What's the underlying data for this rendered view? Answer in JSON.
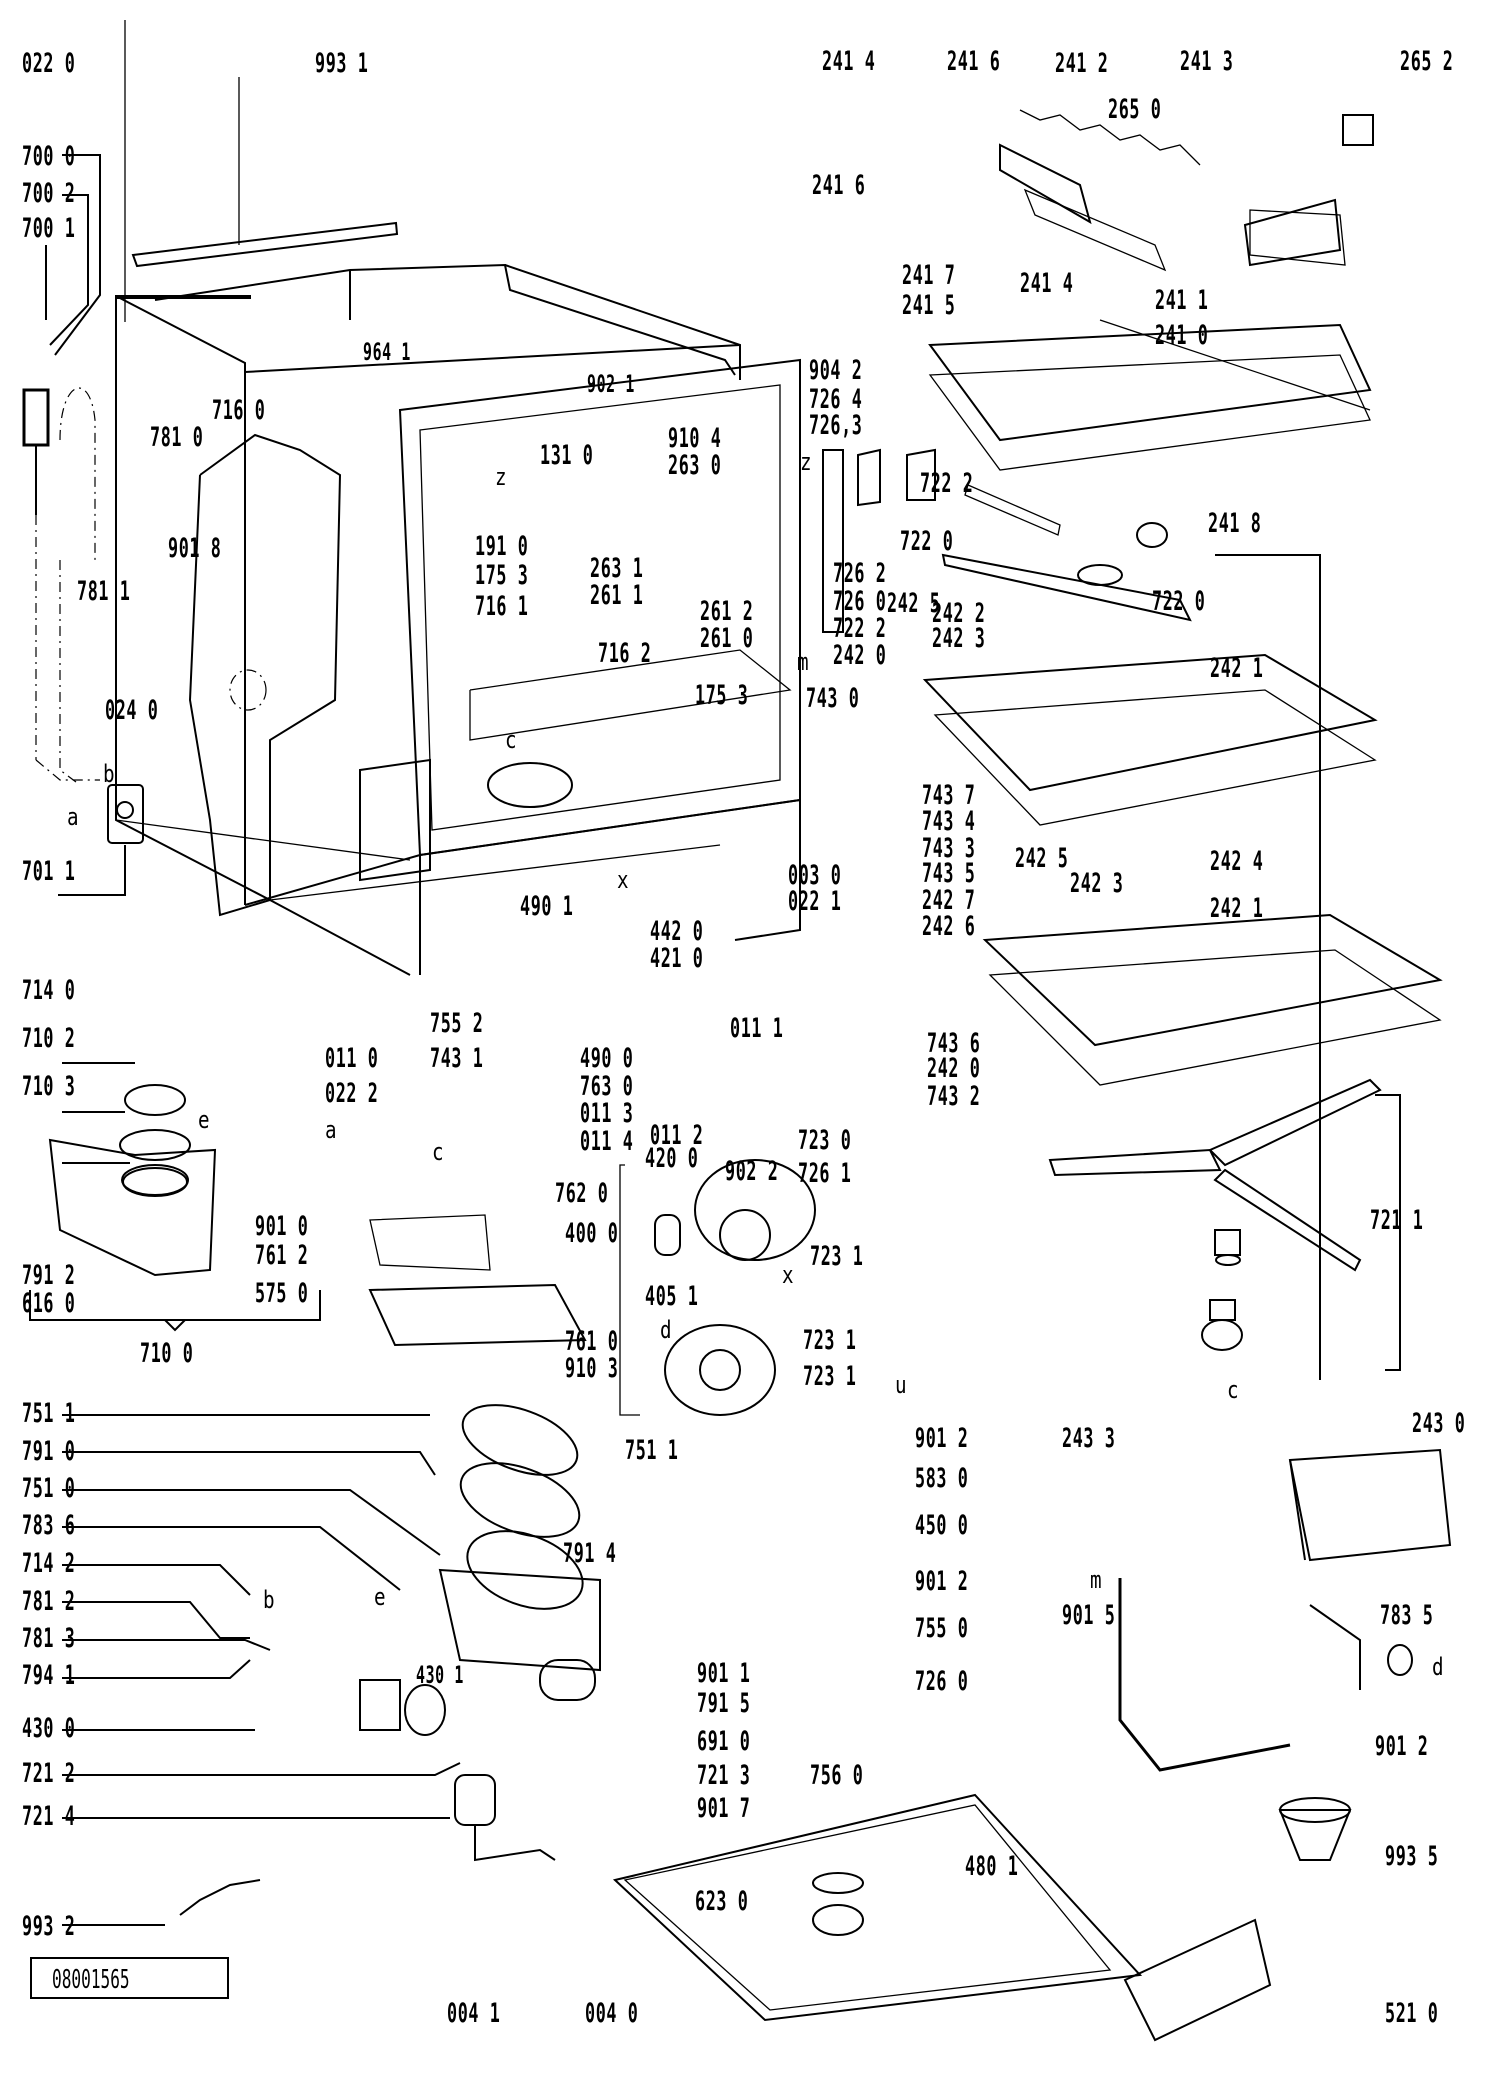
{
  "diagram": {
    "title": "Dishwasher exploded parts diagram",
    "drawing_code": "08001565",
    "labels": {
      "l0220": "022 0",
      "l9931": "993 1",
      "l7000": "700 0",
      "l7002": "700 2",
      "l7001": "700 1",
      "l2414a": "241 4",
      "l2416a": "241 6",
      "l2412": "241 2",
      "l2413": "241 3",
      "l2652": "265 2",
      "l2650": "265 0",
      "l2416b": "241 6",
      "l2417": "241 7",
      "l2415": "241 5",
      "l2414b": "241 4",
      "l2411": "241 1",
      "l2410": "241 0",
      "l9641": "964 1",
      "l9021": "902 1",
      "l9042": "904 2",
      "l7264": "726 4",
      "l7263": "726,3",
      "l9104": "910 4",
      "l2630": "263 0",
      "l1310": "131 0",
      "l7160": "716 0",
      "l7810": "781 0",
      "l9018": "901 8",
      "l7811": "781 1",
      "l1910": "191 0",
      "l1753a": "175 3",
      "l7161": "716 1",
      "l7162": "716 2",
      "l2631": "263 1",
      "l2611": "261 1",
      "l2612": "261 2",
      "l2610": "261 0",
      "l1753b": "175 3",
      "l7262": "726 2",
      "l7260a": "726 0",
      "l7222a": "722 2",
      "l2420a": "242 0",
      "l7222b": "722 2",
      "l7220a": "722 0",
      "l7220b": "722 0",
      "l2418": "241 8",
      "l2425a": "242 5",
      "l2422": "242 2",
      "l2423a": "242 3",
      "l2421a": "242 1",
      "l0240": "024 0",
      "l7011": "701 1",
      "l7430": "743 0",
      "l7437": "743 7",
      "l7434": "743 4",
      "l7433": "743 3",
      "l7435": "743 5",
      "l0030": "003 0",
      "l0221": "022 1",
      "l2424": "242 4",
      "l2425b": "242 5",
      "l2423b": "242 3",
      "l2421b": "242 1",
      "l2427": "242 7",
      "l2426": "242 6",
      "l4901": "490 1",
      "l4420": "442 0",
      "l4210": "421 0",
      "l7140": "714 0",
      "l7102": "710 2",
      "l7103": "710 3",
      "l0110": "011 0",
      "l7552": "755 2",
      "l7431": "743 1",
      "l0222": "022 2",
      "l4900": "490 0",
      "l7630": "763 0",
      "l0113": "011 3",
      "l0114": "011 4",
      "l0111": "011 1",
      "l7436": "743 6",
      "l2420b": "242 0",
      "l7432": "743 2",
      "l0112": "011 2",
      "l9022": "902 2",
      "l7230": "723 0",
      "l7261": "726 1",
      "l7231a": "723 1",
      "l7231b": "723 1",
      "l7231c": "723 1",
      "l7211": "721 1",
      "l4200": "420 0",
      "l4000": "400 0",
      "l4051": "405 1",
      "l7620": "762 0",
      "l9010": "901 0",
      "l7612": "761 2",
      "l7912": "791 2",
      "l6160": "616 0",
      "l5750": "575 0",
      "l7100": "710 0",
      "l7610": "761 0",
      "l9103": "910 3",
      "l7511a": "751 1",
      "l7910": "791 0",
      "l7510": "751 0",
      "l7836": "783 6",
      "l7142": "714 2",
      "l7812": "781 2",
      "l7813": "781 3",
      "l7941": "794 1",
      "l4300": "430 0",
      "l7212": "721 2",
      "l7214": "721 4",
      "l7511b": "751 1",
      "l9012a": "901 2",
      "l5830": "583 0",
      "l4500": "450 0",
      "l7914": "791 4",
      "l9012b": "901 2",
      "l7550": "755 0",
      "l9011": "901 1",
      "l4301": "430 1",
      "l7915": "791 5",
      "l6910": "691 0",
      "l7213": "721 3",
      "l9017": "901 7",
      "l7560": "756 0",
      "l7260b": "726 0",
      "l9015": "901 5",
      "l7835": "783 5",
      "l9012c": "901 2",
      "l2430": "243 0",
      "l2433": "243 3",
      "l4801": "480 1",
      "l6230": "623 0",
      "l9935": "993 5",
      "l9932": "993 2",
      "l0041": "004 1",
      "l0040": "004 0",
      "l5210": "521 0"
    },
    "connector_letters": {
      "z1": "z",
      "z2": "z",
      "m1": "m",
      "m2": "m",
      "b1": "b",
      "a1": "a",
      "c1": "c",
      "x1": "x",
      "e1": "e",
      "a2": "a",
      "c2": "c",
      "x2": "x",
      "d1": "d",
      "u1": "u",
      "c3": "c",
      "b2": "b",
      "e2": "e",
      "d2": "d"
    }
  }
}
